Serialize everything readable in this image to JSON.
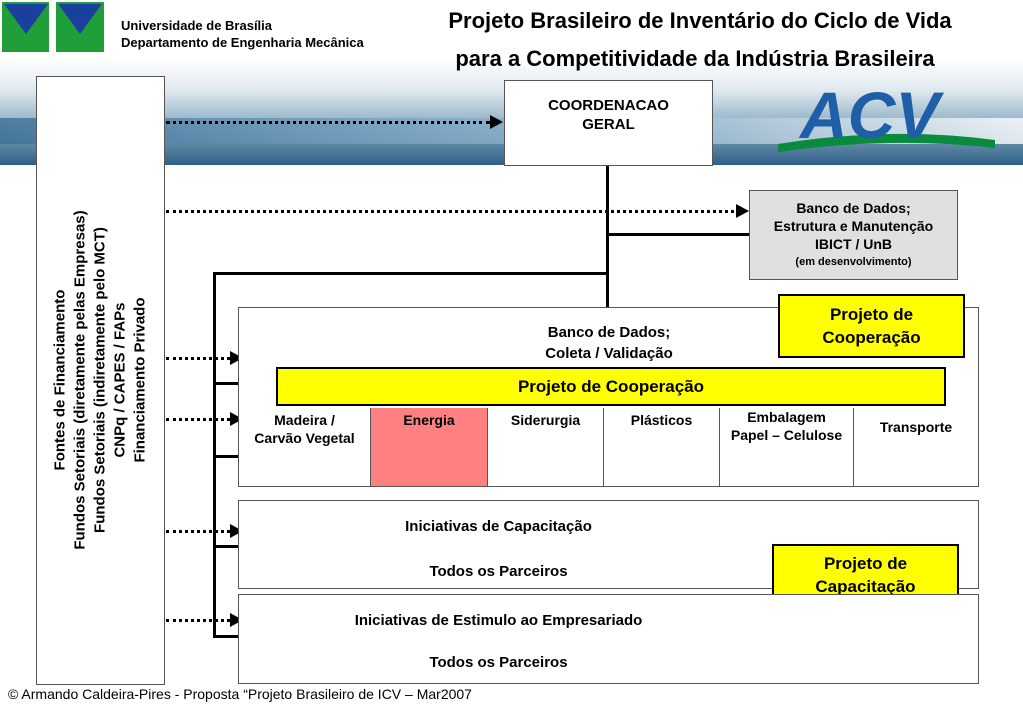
{
  "header": {
    "university": "Universidade de Brasília",
    "department": "Departamento de Engenharia Mecânica",
    "title_line1": "Projeto Brasileiro de Inventário do Ciclo de Vida",
    "title_line2": "para a Competitividade da Indústria Brasileira",
    "logo_text": "ACV"
  },
  "funding": {
    "lines": [
      "Fontes de Financiamento",
      "Fundos Setoriais (diretamente pelas Empresas)",
      "Fundos Setoriais (indiretamente pelo MCT)",
      "CNPq / CAPES / FAPs",
      "Financiamento Privado"
    ]
  },
  "coordination": {
    "line1": "COORDENACAO",
    "line2": "GERAL"
  },
  "database_maintenance": {
    "line1": "Banco de Dados;",
    "line2": "Estrutura e Manutenção",
    "line3": "IBICT / UnB",
    "note": "(em desenvolvimento)"
  },
  "database_collection": {
    "line1": "Banco de Dados;",
    "line2": "Coleta / Validação"
  },
  "cooperation_project_small": {
    "line1": "Projeto de",
    "line2": "Cooperação"
  },
  "cooperation_project_bar": "Projeto de Cooperação",
  "sectors": [
    {
      "line1": "Madeira /",
      "line2": "Carvão Vegetal"
    },
    {
      "line1": "Energia",
      "line2": ""
    },
    {
      "line1": "Siderurgia",
      "line2": ""
    },
    {
      "line1": "Plásticos",
      "line2": ""
    },
    {
      "line1": "Embalagem",
      "line2": "Papel – Celulose"
    },
    {
      "line1": "Transporte",
      "line2": ""
    }
  ],
  "capacity": {
    "title": "Iniciativas de Capacitação",
    "subtitle": "Todos os Parceiros"
  },
  "capacity_project": {
    "line1": "Projeto de",
    "line2": "Capacitação"
  },
  "entrepreneurship": {
    "title": "Iniciativas de Estimulo ao Empresariado",
    "subtitle": "Todos os Parceiros"
  },
  "footer": "© Armando Caldeira-Pires - Proposta “Projeto Brasileiro de ICV – Mar2007",
  "colors": {
    "highlight_yellow": "#ffff00",
    "energy_red": "#ff8080",
    "logo_green": "#0a8a3c",
    "logo_blue": "#1f5fa8",
    "gray_box": "#e0e0e0"
  }
}
